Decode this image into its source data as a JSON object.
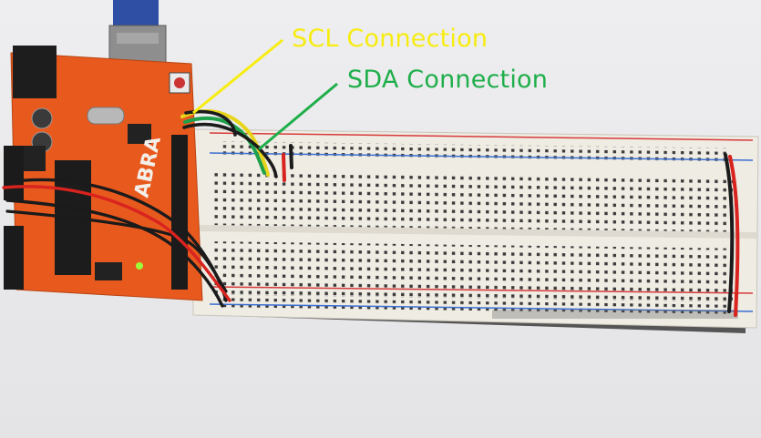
{
  "annotations": {
    "scl": {
      "text": "SCL Connection",
      "color": "#f7ec10"
    },
    "sda": {
      "text": "SDA Connection",
      "color": "#1fae4a"
    }
  },
  "board": {
    "brand": "ABRA",
    "color": "#e8591e"
  },
  "colors": {
    "background": "#ebebed",
    "breadboard": "#efece4",
    "rail_red": "#d63a3a",
    "rail_blue": "#3b6fd1",
    "wire_red": "#d8231f",
    "wire_black": "#1b1b1b",
    "wire_yellow": "#e7d51b",
    "wire_green": "#1fa04a",
    "led": "#9dff3a"
  }
}
